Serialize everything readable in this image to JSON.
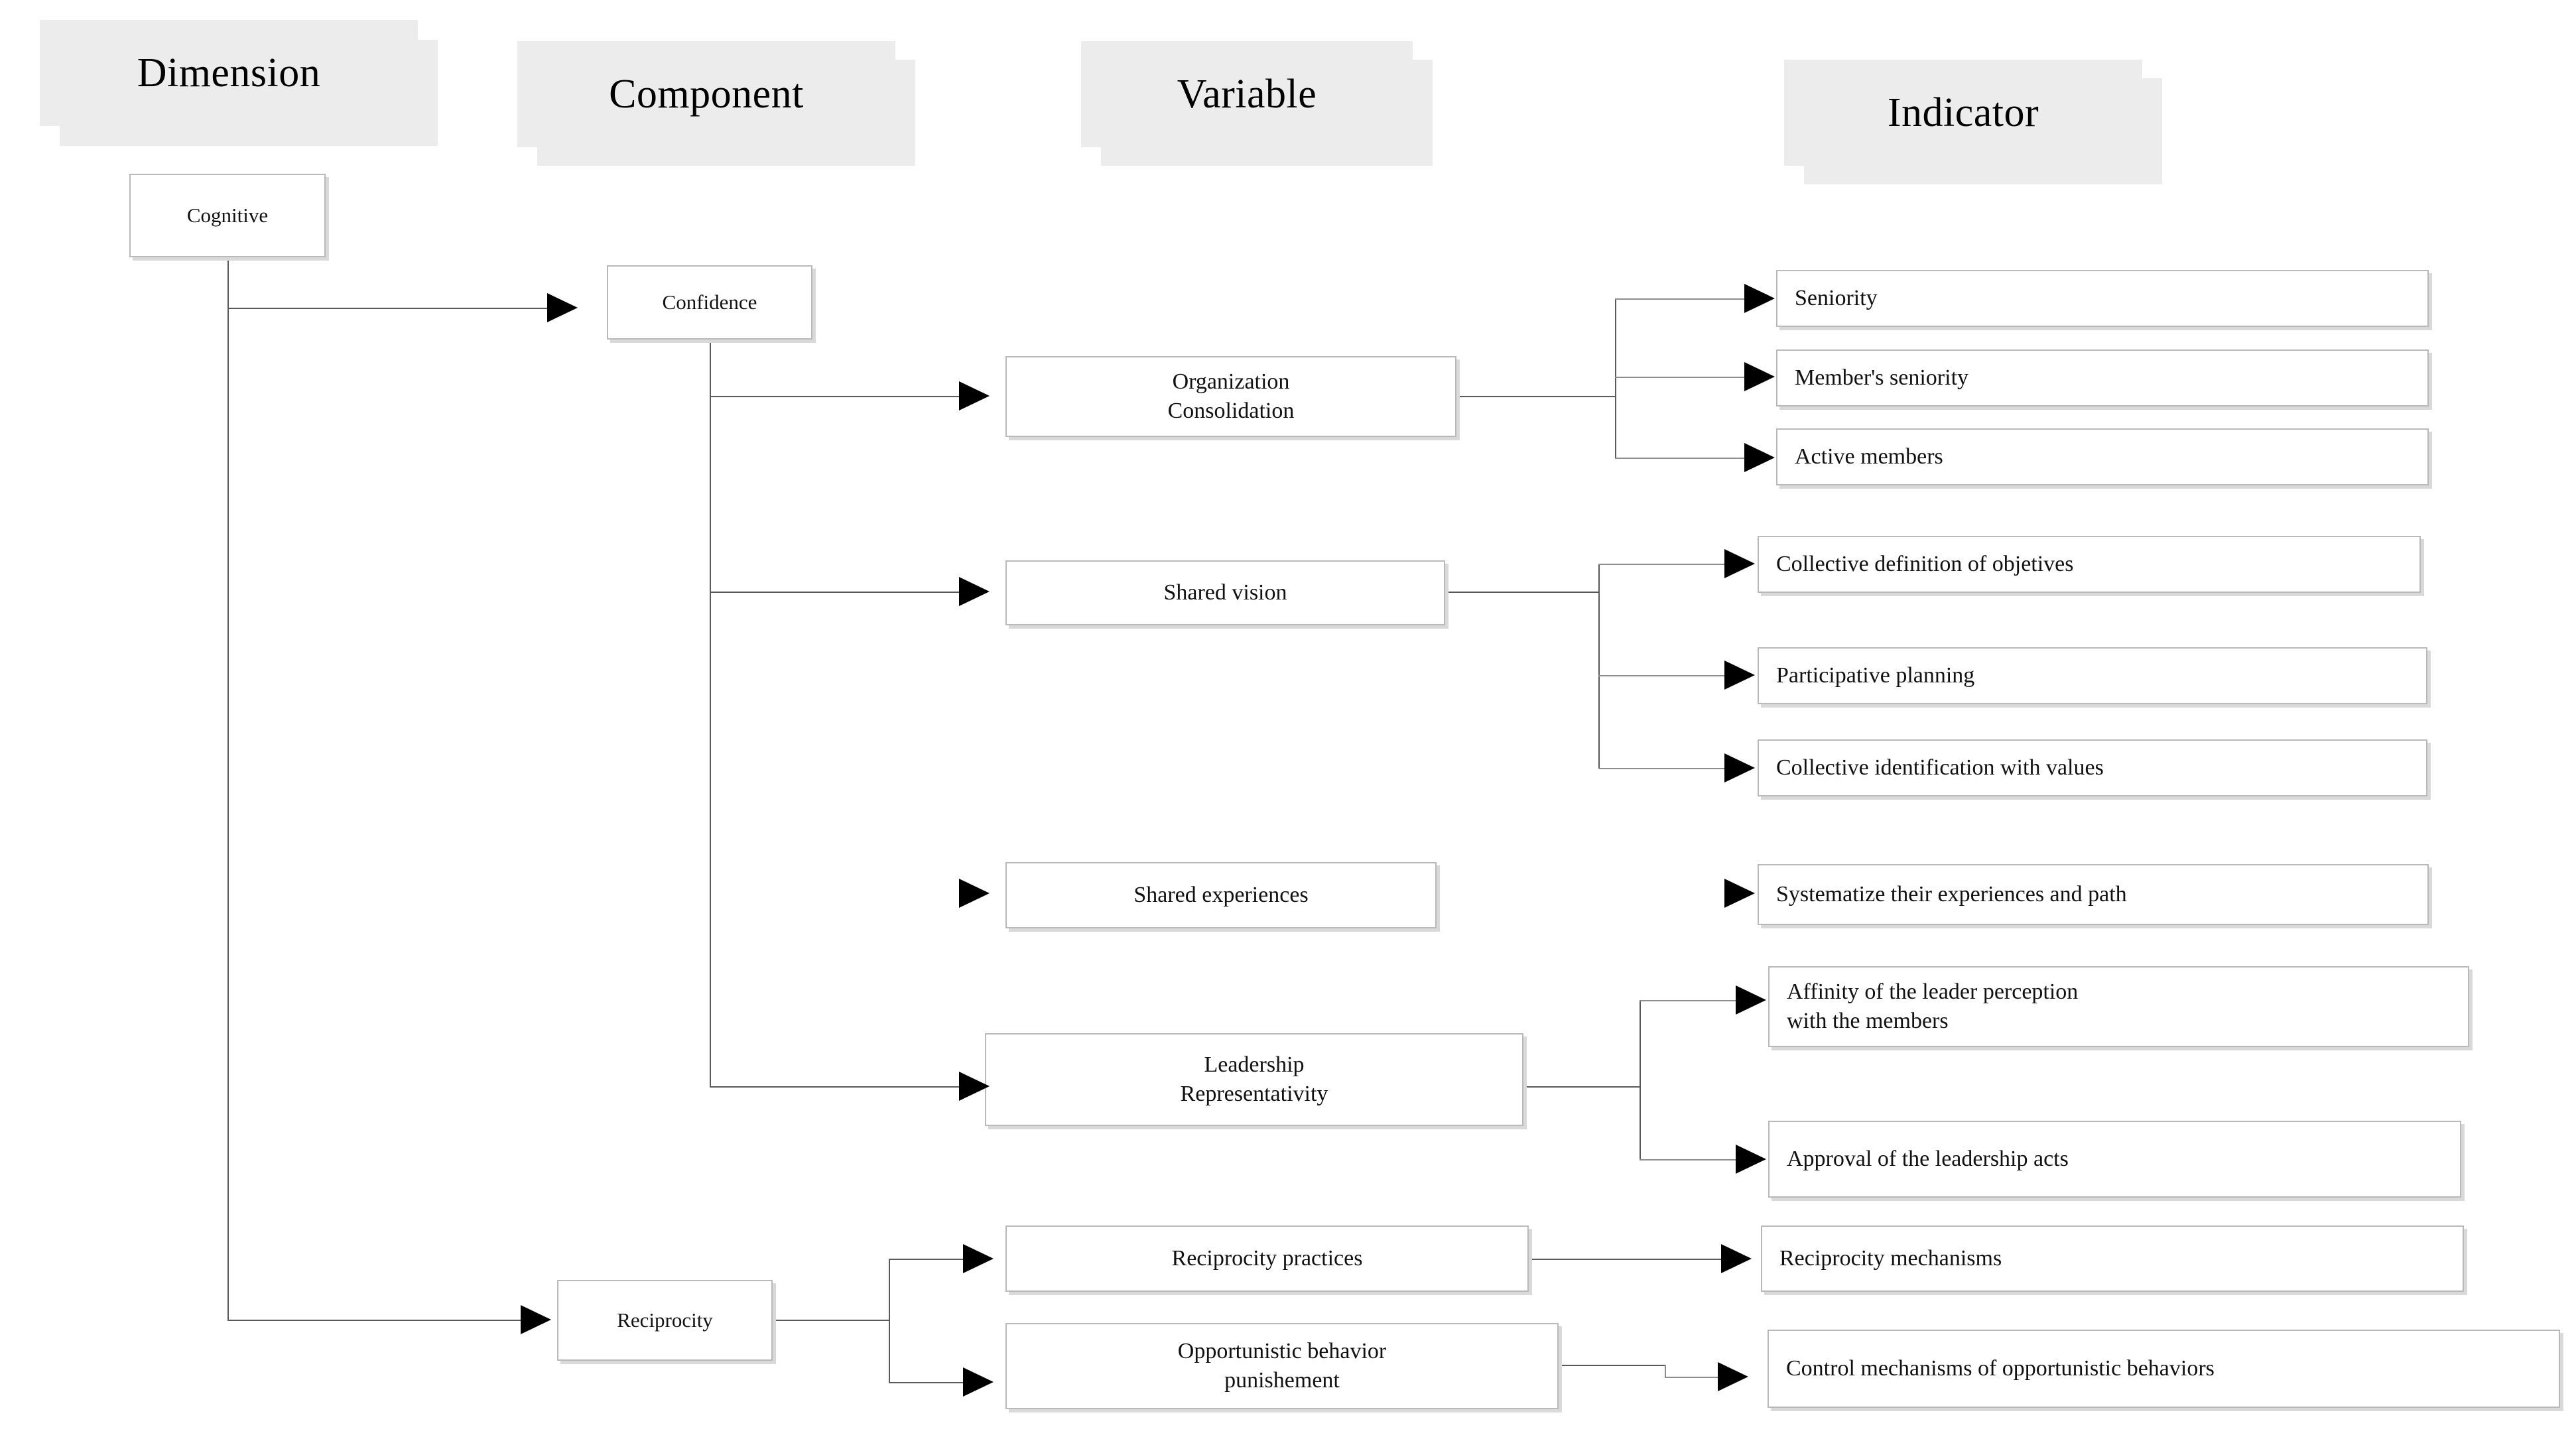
{
  "headers": [
    {
      "label": "Dimension"
    },
    {
      "label": "Component"
    },
    {
      "label": "Variable"
    },
    {
      "label": "Indicator"
    }
  ],
  "dimension": {
    "label": "Cognitive"
  },
  "components": [
    {
      "label": "Confidence"
    },
    {
      "label": "Reciprocity"
    }
  ],
  "variables": [
    {
      "label": "Organization\nConsolidation",
      "line1": "Organization",
      "line2": "Consolidation"
    },
    {
      "label": "Shared vision"
    },
    {
      "label": "Shared experiences"
    },
    {
      "label": "Leadership\nRepresentativity",
      "line1": "Leadership",
      "line2": "Representativity"
    },
    {
      "label": "Reciprocity practices"
    },
    {
      "label": "Opportunistic behavior\npunishement",
      "line1": "Opportunistic behavior",
      "line2": "punishement"
    }
  ],
  "indicators": [
    {
      "label": "Seniority"
    },
    {
      "label": "Member's seniority"
    },
    {
      "label": "Active members"
    },
    {
      "label": "Collective definition of objetives"
    },
    {
      "label": "Participative planning"
    },
    {
      "label": "Collective identification with values"
    },
    {
      "label": "Systematize their experiences and path"
    },
    {
      "label": "Affinity of the leader perception\nwith the members",
      "line1": "Affinity of the leader perception",
      "line2": "with the members"
    },
    {
      "label": "Approval of the leadership acts"
    },
    {
      "label": "Reciprocity mechanisms"
    },
    {
      "label": "Control mechanisms of opportunistic behaviors"
    }
  ],
  "colors": {
    "header_fill": "#ececec",
    "node_fill": "#ffffff",
    "node_border": "#b9b9b9",
    "node_shadow": "#d9d9d9",
    "connector": "#5a5a5a",
    "arrowhead": "#000000",
    "text": "#111111",
    "background": "#ffffff"
  },
  "chart_data": {
    "type": "diagram",
    "title": "Cognitive dimension hierarchy",
    "columns": [
      "Dimension",
      "Component",
      "Variable",
      "Indicator"
    ],
    "nodes": [
      {
        "id": "cognitive",
        "column": "Dimension",
        "label": "Cognitive"
      },
      {
        "id": "confidence",
        "column": "Component",
        "label": "Confidence"
      },
      {
        "id": "reciprocity",
        "column": "Component",
        "label": "Reciprocity"
      },
      {
        "id": "org_consolidation",
        "column": "Variable",
        "label": "Organization Consolidation"
      },
      {
        "id": "shared_vision",
        "column": "Variable",
        "label": "Shared vision"
      },
      {
        "id": "shared_experiences",
        "column": "Variable",
        "label": "Shared experiences"
      },
      {
        "id": "leadership_rep",
        "column": "Variable",
        "label": "Leadership Representativity"
      },
      {
        "id": "reciprocity_practices",
        "column": "Variable",
        "label": "Reciprocity practices"
      },
      {
        "id": "opportunistic_punishment",
        "column": "Variable",
        "label": "Opportunistic behavior punishement"
      },
      {
        "id": "seniority",
        "column": "Indicator",
        "label": "Seniority"
      },
      {
        "id": "member_seniority",
        "column": "Indicator",
        "label": "Member's seniority"
      },
      {
        "id": "active_members",
        "column": "Indicator",
        "label": "Active members"
      },
      {
        "id": "collective_objectives",
        "column": "Indicator",
        "label": "Collective definition of objetives"
      },
      {
        "id": "participative_planning",
        "column": "Indicator",
        "label": "Participative planning"
      },
      {
        "id": "collective_values",
        "column": "Indicator",
        "label": "Collective identification with values"
      },
      {
        "id": "systematize",
        "column": "Indicator",
        "label": "Systematize their experiences and path"
      },
      {
        "id": "affinity_leader",
        "column": "Indicator",
        "label": "Affinity of the leader perception with the members"
      },
      {
        "id": "approval_leadership",
        "column": "Indicator",
        "label": "Approval of the leadership acts"
      },
      {
        "id": "reciprocity_mechanisms",
        "column": "Indicator",
        "label": "Reciprocity mechanisms"
      },
      {
        "id": "control_mechanisms",
        "column": "Indicator",
        "label": "Control mechanisms of opportunistic behaviors"
      }
    ],
    "edges": [
      {
        "from": "cognitive",
        "to": "confidence"
      },
      {
        "from": "cognitive",
        "to": "reciprocity"
      },
      {
        "from": "confidence",
        "to": "org_consolidation"
      },
      {
        "from": "confidence",
        "to": "shared_vision"
      },
      {
        "from": "confidence",
        "to": "shared_experiences"
      },
      {
        "from": "confidence",
        "to": "leadership_rep"
      },
      {
        "from": "reciprocity",
        "to": "reciprocity_practices"
      },
      {
        "from": "reciprocity",
        "to": "opportunistic_punishment"
      },
      {
        "from": "org_consolidation",
        "to": "seniority"
      },
      {
        "from": "org_consolidation",
        "to": "member_seniority"
      },
      {
        "from": "org_consolidation",
        "to": "active_members"
      },
      {
        "from": "shared_vision",
        "to": "collective_objectives"
      },
      {
        "from": "shared_vision",
        "to": "participative_planning"
      },
      {
        "from": "shared_vision",
        "to": "collective_values"
      },
      {
        "from": "shared_experiences",
        "to": "systematize"
      },
      {
        "from": "leadership_rep",
        "to": "affinity_leader"
      },
      {
        "from": "leadership_rep",
        "to": "approval_leadership"
      },
      {
        "from": "reciprocity_practices",
        "to": "reciprocity_mechanisms"
      },
      {
        "from": "opportunistic_punishment",
        "to": "control_mechanisms"
      }
    ]
  }
}
